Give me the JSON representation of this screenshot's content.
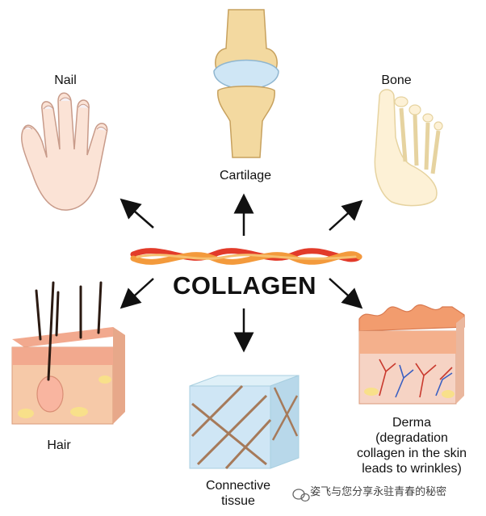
{
  "title": "COLLAGEN",
  "labels": {
    "nail": "Nail",
    "cartilage": "Cartilage",
    "bone": "Bone",
    "hair": "Hair",
    "connective_line1": "Connective",
    "connective_line2": "tissue",
    "derma_line1": "Derma",
    "derma_line2": "(degradation",
    "derma_line3": "collagen in the skin",
    "derma_line4": "leads to wrinkles)"
  },
  "watermark": "姿飞与您分享永驻青春的秘密",
  "colors": {
    "collagen_red": "#e23b2a",
    "collagen_orange": "#f39a3c",
    "skin": "#f6c9a8",
    "bone": "#f5e6b8",
    "cartilage_blue": "#cfe6f5",
    "arrow": "#111111"
  }
}
